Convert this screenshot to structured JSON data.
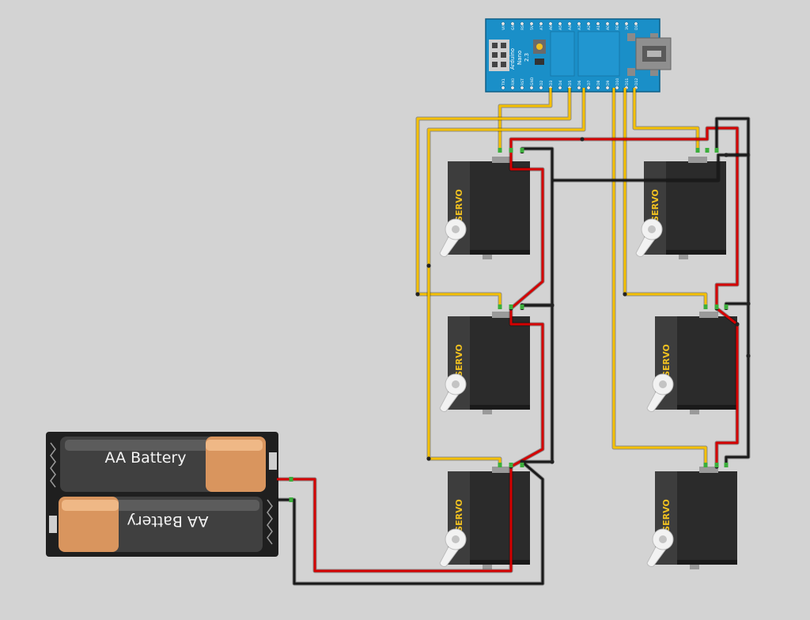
{
  "battery": {
    "cell_top_label": "AA Battery",
    "cell_bottom_label": "AA Battery"
  },
  "arduino": {
    "board_name": "Arduino",
    "board_model": "Nano",
    "board_version": "2.3",
    "top_pins": [
      "VIN",
      "GND",
      "RST",
      "5V",
      "A7",
      "A6",
      "A5",
      "A4",
      "A3",
      "A2",
      "A1",
      "A0",
      "REF",
      "3V3",
      "D13"
    ],
    "bottom_pins": [
      "TX1",
      "RX0",
      "RST",
      "GND",
      "D2",
      "D3",
      "D4",
      "D5",
      "D6",
      "D7",
      "D8",
      "D9",
      "D10",
      "D11",
      "D12"
    ]
  },
  "servo_label": "SERVO",
  "colors": {
    "background": "#d3d3d3",
    "wire_signal": "#f5c000",
    "wire_power": "#d40000",
    "wire_ground": "#1a1a1a",
    "servo_body": "#2b2b2b",
    "board": "#1a8fc8"
  }
}
